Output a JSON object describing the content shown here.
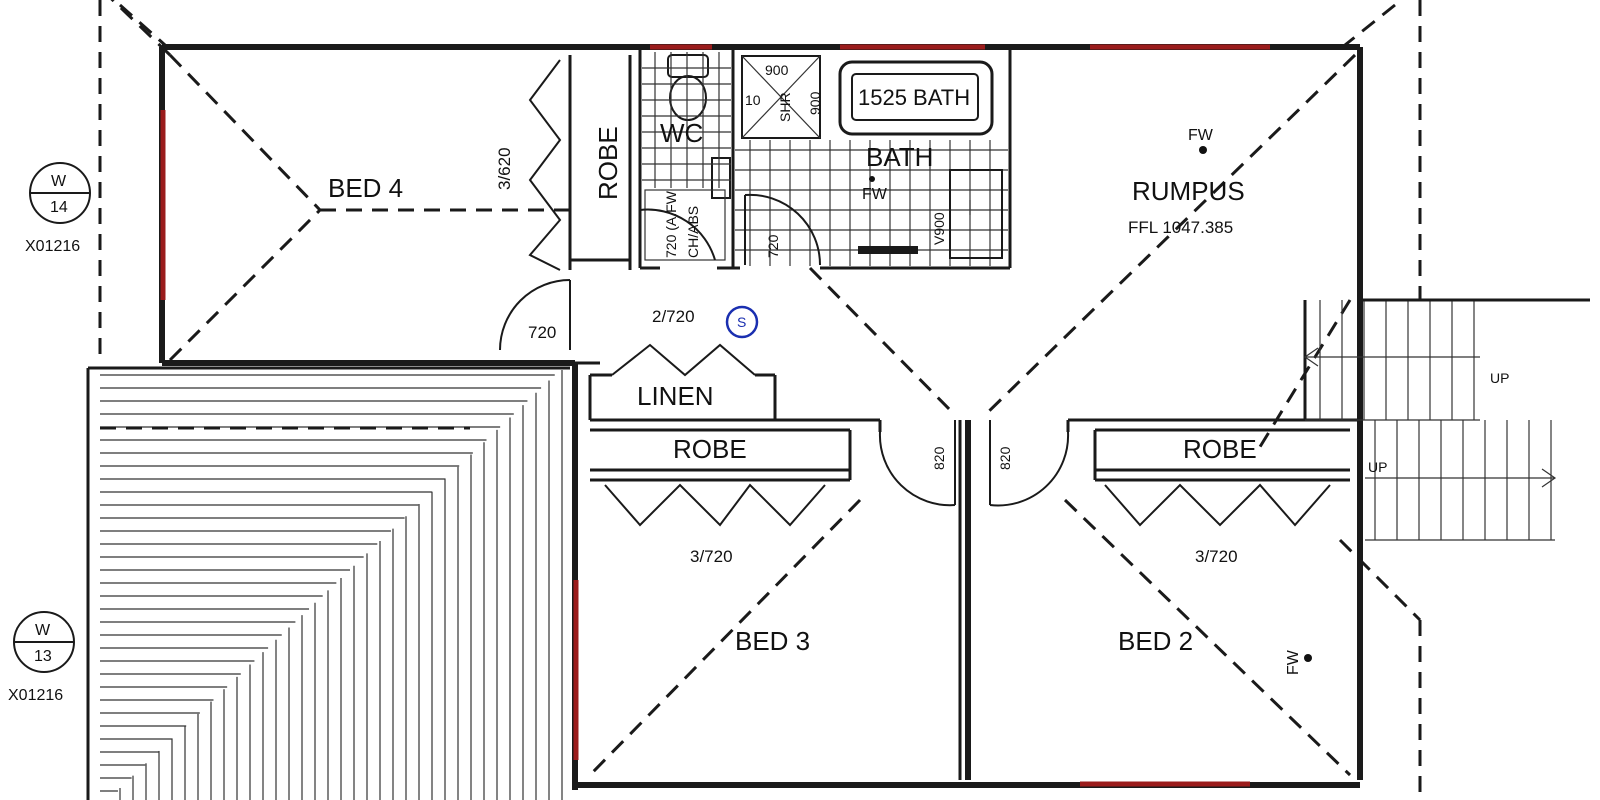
{
  "plan": {
    "rooms": {
      "bed4": "BED 4",
      "bed3": "BED 3",
      "bed2": "BED 2",
      "rumpus": "RUMPUS",
      "bath": "BATH",
      "wc": "WC",
      "linen": "LINEN",
      "robe_bed4": "ROBE",
      "robe_bed3": "ROBE",
      "robe_bed2": "ROBE"
    },
    "rumpus_level": "FFL 1047.385",
    "bath_label": "1525 BATH",
    "shower_label": "SHR",
    "shower_dims": [
      "900",
      "900"
    ],
    "vanity_label": "V900",
    "fw_label": "FW",
    "smoke_detector": "S",
    "up_labels": [
      "UP",
      "UP"
    ],
    "door_labels": {
      "bed4_robe": "3/620",
      "bed4_door": "720",
      "linen": "2/720",
      "bed3_robe": "3/720",
      "bed2_robe": "3/720",
      "bed3_door": "820",
      "bed2_door": "820",
      "wc_door": "720",
      "bath_door": "720",
      "wc_note": "720 (A.FW",
      "wc_note2": "CH/ABS",
      "bath_small": "10"
    },
    "elevation_markers": [
      {
        "letter": "W",
        "number": "14",
        "ref": "X01216"
      },
      {
        "letter": "W",
        "number": "13",
        "ref": "X01216"
      }
    ],
    "colors": {
      "walls": "#1a1a1a",
      "windows": "#9b1c1c",
      "smoke_detector": "#1a2fb0"
    }
  }
}
